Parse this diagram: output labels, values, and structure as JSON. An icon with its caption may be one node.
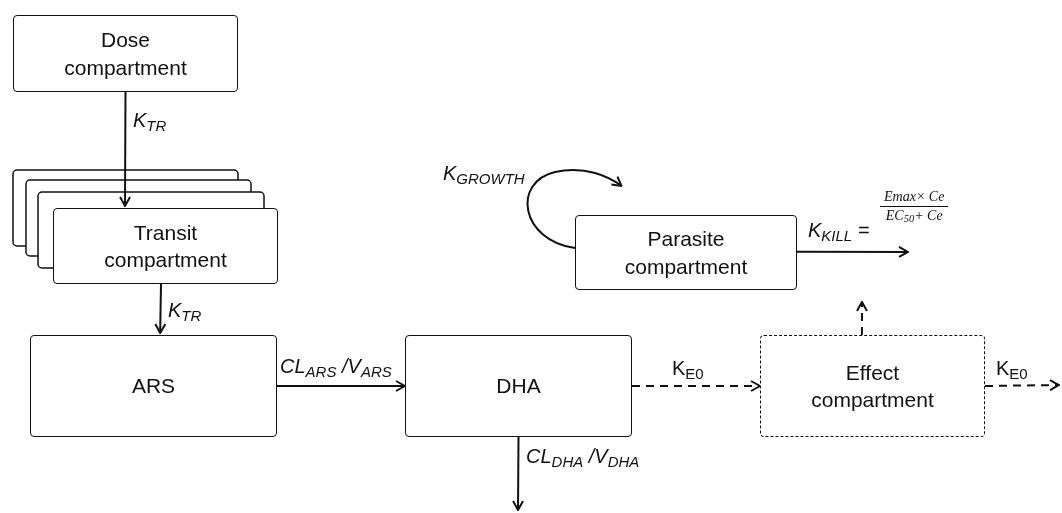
{
  "diagram": {
    "nodes": [
      {
        "text": [
          "Dose compartment"
        ]
      },
      {
        "text": [
          "Transit compartment"
        ]
      },
      {
        "text": [
          "ARS"
        ]
      },
      {
        "text": [
          "DHA"
        ]
      },
      {
        "text": [
          "Parasite compartment"
        ]
      },
      {
        "text": [
          "Effect compartment"
        ]
      }
    ],
    "edges": [
      {
        "from": 0,
        "to": 1,
        "arrow": "to",
        "label": "K$_{TR}$"
      },
      {
        "from": 1,
        "to": 2,
        "arrow": "to",
        "label": "K$_{TR}$"
      },
      {
        "from": 2,
        "to": 3,
        "arrow": "to",
        "label": "CL$_{ARS}$ /V$_{ARS}$"
      },
      {
        "from": 3,
        "to": null,
        "arrow": "to",
        "label": "CL$_{DHA}$ /V$_{DHA}$"
      },
      {
        "from": 3,
        "to": 5,
        "arrow": "to",
        "label": "K$_{E0}$",
        "style": "dashed"
      },
      {
        "from": 5,
        "to": null,
        "arrow": "to",
        "label": "K$_{E0}$",
        "style": "dashed"
      },
      {
        "from": 5,
        "to": null,
        "arrow": "to",
        "style": "dashed"
      },
      {
        "from": 4,
        "to": null,
        "arrow": "to",
        "label": "K$_{KILL}$ ="
      },
      {
        "from": 4,
        "to": 4,
        "arrow": "to",
        "label": "K$_{GROWTH}$"
      }
    ],
    "labels": [
      "Emax× Ce",
      "EC$_{50}$+ Ce"
    ]
  }
}
